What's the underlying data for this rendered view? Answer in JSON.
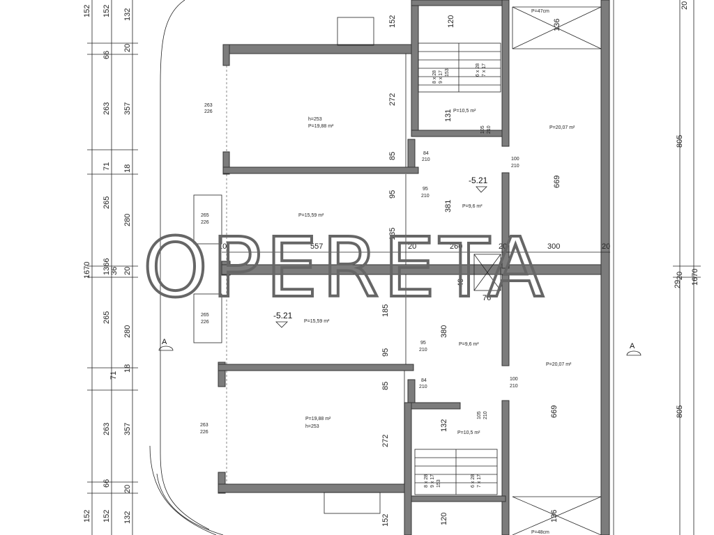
{
  "watermark": "OPERETA",
  "levels": {
    "upper": "-5.21",
    "lower": "-5.21"
  },
  "section_marks": {
    "left": "A",
    "right": "A"
  },
  "left_dims_outer": [
    "152",
    "1670",
    "152"
  ],
  "left_dims_mid": [
    "152",
    "66",
    "263",
    "71",
    "265",
    "1366",
    "36",
    "265",
    "71",
    "263",
    "66",
    "152"
  ],
  "left_dims_inner": [
    "132",
    "20",
    "357",
    "18",
    "280",
    "20",
    "280",
    "18",
    "357",
    "20",
    "132"
  ],
  "right_dims": [
    "20",
    "805",
    "20",
    "1670",
    "805"
  ],
  "horiz_dims": {
    "d10": "10",
    "d557": "557",
    "d20a": "20",
    "d260": "260",
    "d20b": "20",
    "d300": "300",
    "d20c": "20"
  },
  "interior_dims": {
    "d152t": "152",
    "d120t": "120",
    "d272t": "272",
    "d85t": "85",
    "d131": "131",
    "d95t": "95",
    "d381": "381",
    "d135": "135",
    "d40": "40",
    "d76": "76",
    "d185": "185",
    "d380": "380",
    "d95b": "95",
    "d85b": "85",
    "d272b": "272",
    "d132b": "132",
    "d152b": "152",
    "d120b": "120",
    "d136t": "136",
    "d136b": "136",
    "d669t": "669",
    "d669b": "669",
    "d29": "29"
  },
  "rooms": {
    "r1_h": "h=253",
    "r1_p": "P=19,88 m²",
    "r2_p": "P=15,59 m²",
    "r3_p": "P=15,59 m²",
    "r4_p": "P=19,88 m²",
    "r4_h": "h=253",
    "hall_t": "P=9,6 m²",
    "hall_b": "P=9,6 m²",
    "stair_t": "P=10,5 m²",
    "stair_b": "P=10,5 m²",
    "big_t": "P=20,07 m²",
    "big_b": "P=20,07 m²",
    "top_right": "P=47cm",
    "bottom_right": "P=48cm"
  },
  "door_tags": {
    "w1a": "263",
    "w1b": "226",
    "w2a": "265",
    "w2b": "226",
    "w3a": "265",
    "w3b": "226",
    "w4a": "263",
    "w4b": "226",
    "d84a": "84",
    "d210a": "210",
    "d95a": "95",
    "d210b": "210",
    "d100a": "100",
    "d210c": "210",
    "d105a": "105",
    "d210d": "210",
    "d95b": "95",
    "d210e": "210",
    "d84b": "84",
    "d210f": "210",
    "d100b": "100",
    "d210g": "210",
    "d105b": "105",
    "d210h": "210"
  },
  "stair_tags": {
    "t1": "8 x 28",
    "t2": "9 x 17",
    "t3": "6 x 28",
    "t4": "7 x 17",
    "t5": "153",
    "b1": "8 x 28",
    "b2": "9 x 17",
    "b3": "6 x 28",
    "b4": "7 x 17",
    "b5": "153"
  }
}
